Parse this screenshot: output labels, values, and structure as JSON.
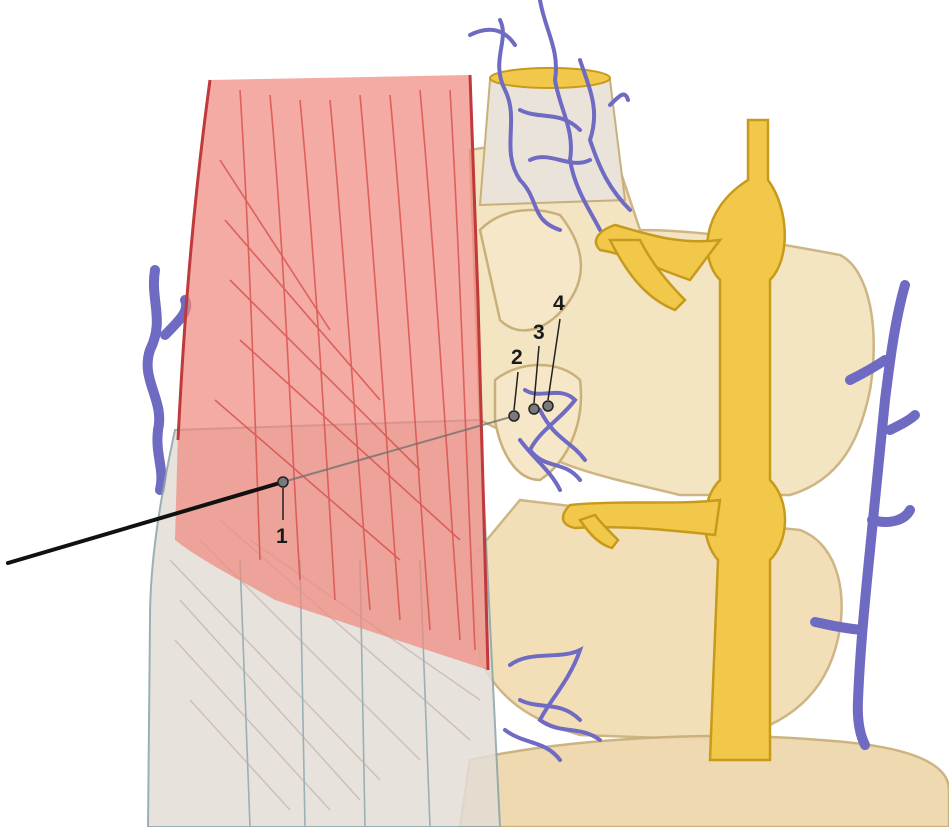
{
  "labels": {
    "label_1": "1",
    "label_2": "2",
    "label_3": "3",
    "label_4": "4"
  },
  "colors": {
    "muscle": "#ee8a80",
    "muscle_fiber": "#d9534f",
    "fascia": "#e4ddd6",
    "bone": "#f3e2bd",
    "bone_edge": "#c9b07a",
    "nerve": "#f2c84a",
    "nerve_edge": "#c79a1c",
    "vein": "#6f6ac2",
    "needle": "#111111"
  }
}
